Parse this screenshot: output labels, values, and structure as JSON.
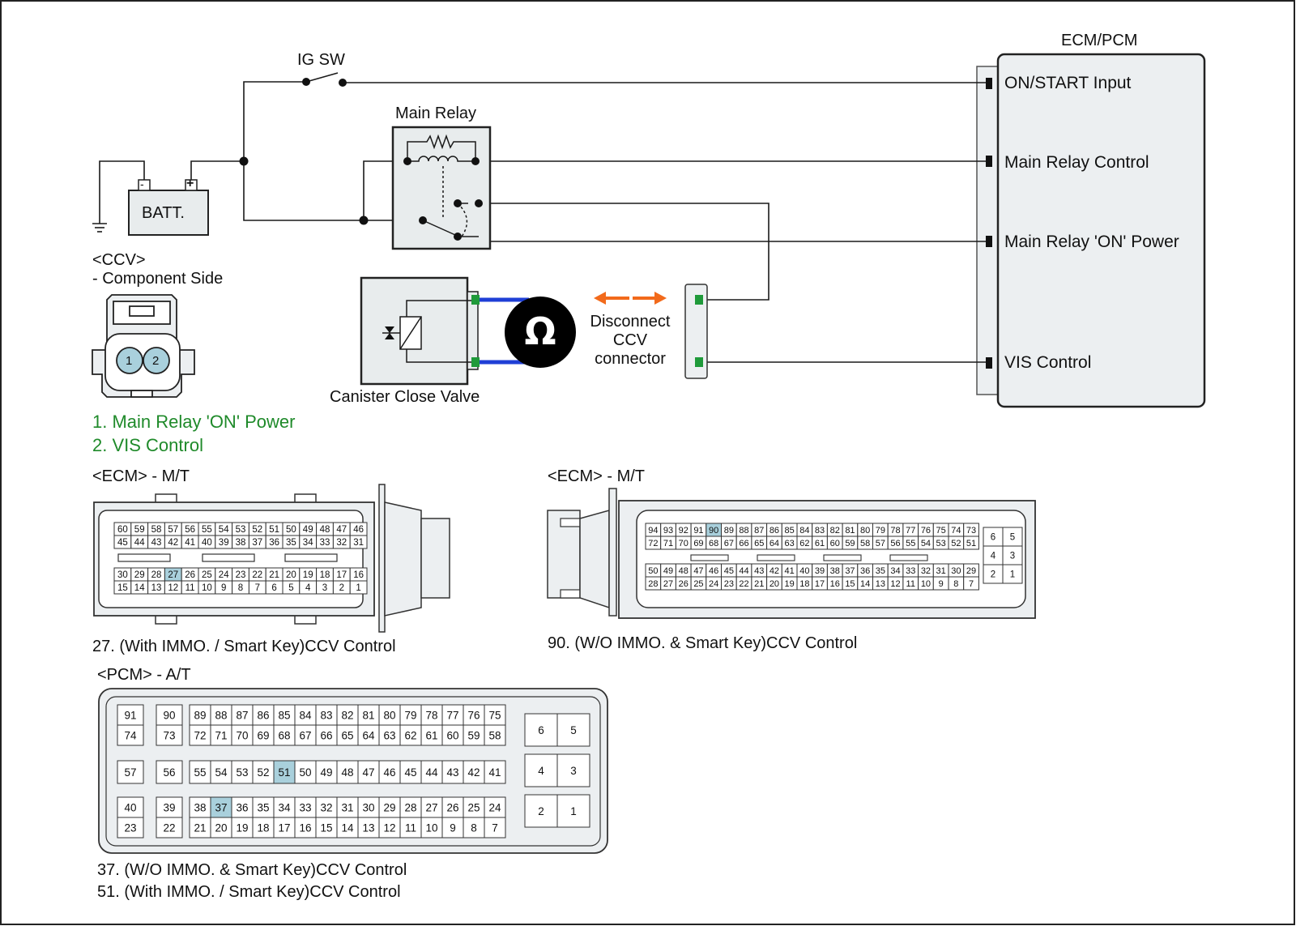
{
  "ecm": {
    "title": "ECM/PCM",
    "pins": [
      "ON/START Input",
      "Main Relay Control",
      "Main Relay 'ON' Power",
      "VIS Control"
    ]
  },
  "ig_sw": "IG SW",
  "main_relay": "Main Relay",
  "battery": "BATT.",
  "battery_minus": "-",
  "battery_plus": "+",
  "ccv": {
    "title": "<CCV>",
    "subtitle": "- Component Side",
    "pin1": "1",
    "pin2": "2",
    "legend": [
      "1. Main Relay 'ON' Power",
      "2. VIS Control"
    ]
  },
  "valve_label": "Canister Close Valve",
  "ohm_symbol": "Ω",
  "disconnect_label": [
    "Disconnect",
    "CCV",
    "connector"
  ],
  "ecm_mt_left": {
    "title": "<ECM> - M/T",
    "rows": [
      [
        "60",
        "59",
        "58",
        "57",
        "56",
        "55",
        "54",
        "53",
        "52",
        "51",
        "50",
        "49",
        "48",
        "47",
        "46"
      ],
      [
        "45",
        "44",
        "43",
        "42",
        "41",
        "40",
        "39",
        "38",
        "37",
        "36",
        "35",
        "34",
        "33",
        "32",
        "31"
      ],
      [
        "30",
        "29",
        "28",
        "27",
        "26",
        "25",
        "24",
        "23",
        "22",
        "21",
        "20",
        "19",
        "18",
        "17",
        "16"
      ],
      [
        "15",
        "14",
        "13",
        "12",
        "11",
        "10",
        "9",
        "8",
        "7",
        "6",
        "5",
        "4",
        "3",
        "2",
        "1"
      ]
    ],
    "highlight": [
      "27"
    ],
    "note": "27. (With IMMO. / Smart Key)CCV Control"
  },
  "ecm_mt_right": {
    "title": "<ECM> - M/T",
    "rows": [
      [
        "94",
        "93",
        "92",
        "91",
        "90",
        "89",
        "88",
        "87",
        "86",
        "85",
        "84",
        "83",
        "82",
        "81",
        "80",
        "79",
        "78",
        "77",
        "76",
        "75",
        "74",
        "73"
      ],
      [
        "72",
        "71",
        "70",
        "69",
        "68",
        "67",
        "66",
        "65",
        "64",
        "63",
        "62",
        "61",
        "60",
        "59",
        "58",
        "57",
        "56",
        "55",
        "54",
        "53",
        "52",
        "51"
      ],
      [
        "50",
        "49",
        "48",
        "47",
        "46",
        "45",
        "44",
        "43",
        "42",
        "41",
        "40",
        "39",
        "38",
        "37",
        "36",
        "35",
        "34",
        "33",
        "32",
        "31",
        "30",
        "29"
      ],
      [
        "28",
        "27",
        "26",
        "25",
        "24",
        "23",
        "22",
        "21",
        "20",
        "19",
        "18",
        "17",
        "16",
        "15",
        "14",
        "13",
        "12",
        "11",
        "10",
        "9",
        "8",
        "7"
      ]
    ],
    "side_rows": [
      [
        "6",
        "5"
      ],
      [
        "4",
        "3"
      ],
      [
        "2",
        "1"
      ]
    ],
    "highlight": [
      "90"
    ],
    "note": "90. (W/O IMMO. & Smart Key)CCV Control"
  },
  "pcm_at": {
    "title": "<PCM> - A/T",
    "left_top": [
      [
        "91",
        "90"
      ],
      [
        "74",
        "73"
      ]
    ],
    "left_mid": [
      "57",
      "56"
    ],
    "left_bot": [
      [
        "40",
        "39"
      ],
      [
        "23",
        "22"
      ]
    ],
    "top_rows": [
      [
        "89",
        "88",
        "87",
        "86",
        "85",
        "84",
        "83",
        "82",
        "81",
        "80",
        "79",
        "78",
        "77",
        "76",
        "75"
      ],
      [
        "72",
        "71",
        "70",
        "69",
        "68",
        "67",
        "66",
        "65",
        "64",
        "63",
        "62",
        "61",
        "60",
        "59",
        "58"
      ]
    ],
    "mid_row": [
      "55",
      "54",
      "53",
      "52",
      "51",
      "50",
      "49",
      "48",
      "47",
      "46",
      "45",
      "44",
      "43",
      "42",
      "41"
    ],
    "bot_rows": [
      [
        "38",
        "37",
        "36",
        "35",
        "34",
        "33",
        "32",
        "31",
        "30",
        "29",
        "28",
        "27",
        "26",
        "25",
        "24"
      ],
      [
        "21",
        "20",
        "19",
        "18",
        "17",
        "16",
        "15",
        "14",
        "13",
        "12",
        "11",
        "10",
        "9",
        "8",
        "7"
      ]
    ],
    "side_rows": [
      [
        "6",
        "5"
      ],
      [
        "4",
        "3"
      ],
      [
        "2",
        "1"
      ]
    ],
    "highlight": [
      "51",
      "37"
    ],
    "notes": [
      "37. (W/O IMMO. & Smart Key)CCV Control",
      "51. (With IMMO. / Smart Key)CCV Control"
    ]
  },
  "colors": {
    "wire": "#1a1a1a",
    "harness": "#1f3fd6",
    "arrow": "#f26a1b",
    "pin_green": "#1f9a3a",
    "legend_green": "#1f8a2a",
    "connector_fill": "#eaeef0",
    "highlight": "#a9d0dc",
    "ohm_bg": "#000000"
  }
}
